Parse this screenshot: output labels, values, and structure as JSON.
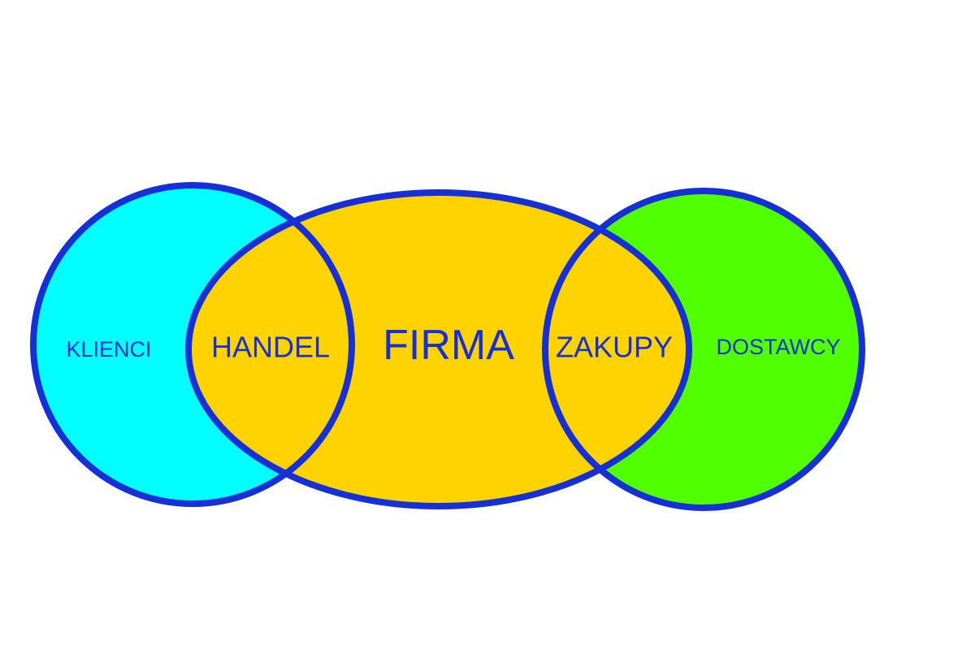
{
  "diagram": {
    "colors": {
      "outline": "#1530d8",
      "text": "#1530d8",
      "klienci_fill": "#00ffff",
      "firma_fill": "#ffd300",
      "dostawcy_fill": "#50ff00",
      "background": "#ffffff"
    },
    "labels": {
      "klienci": "KLIENCI",
      "handel": "HANDEL",
      "firma": "FIRMA",
      "zakupy": "ZAKUPY",
      "dostawcy": "DOSTAWCY"
    }
  }
}
